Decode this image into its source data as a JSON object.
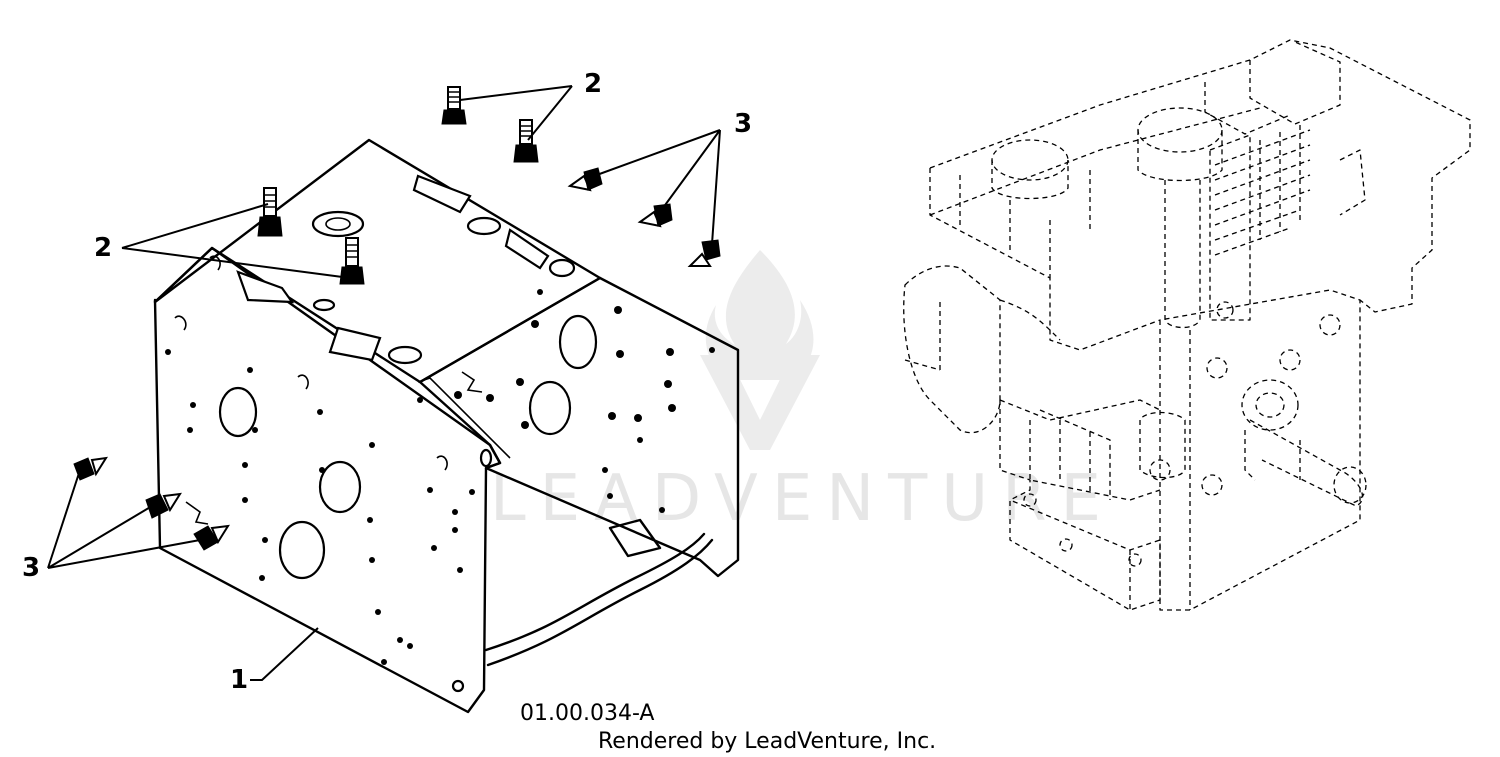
{
  "watermark": {
    "text": "LEADVENTURE"
  },
  "callouts": [
    {
      "id": "callout-1",
      "label": "1"
    },
    {
      "id": "callout-2-top",
      "label": "2"
    },
    {
      "id": "callout-2-left",
      "label": "2"
    },
    {
      "id": "callout-3-top",
      "label": "3"
    },
    {
      "id": "callout-3-left",
      "label": "3"
    }
  ],
  "drawing_id": "01.00.034-A",
  "credit": "Rendered by LeadVenture, Inc."
}
